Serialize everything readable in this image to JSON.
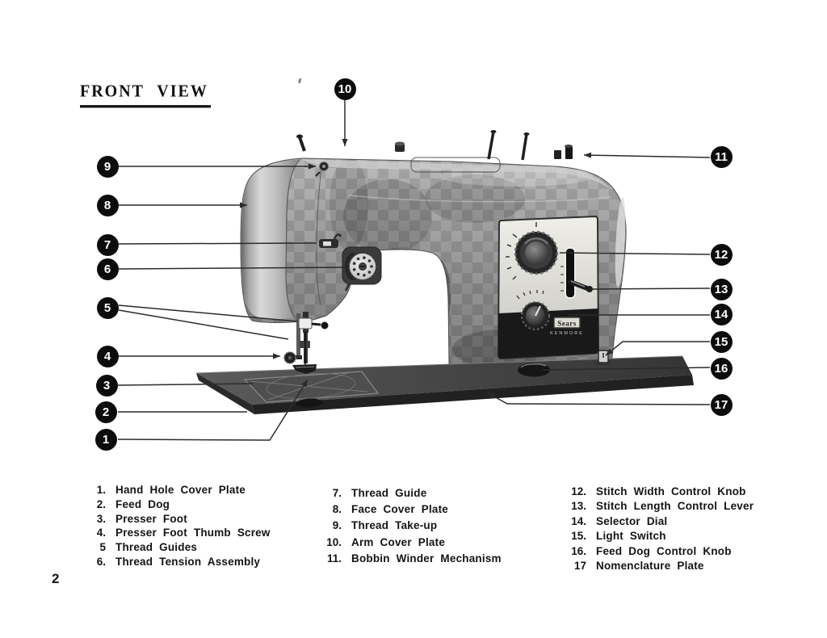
{
  "page": {
    "title": "FRONT VIEW",
    "page_number": "2"
  },
  "figure": {
    "type": "labeled-diagram",
    "subject": "Sewing machine front view parts diagram",
    "brand_plate": {
      "brand": "Sears",
      "sub_brand": "KENMORE"
    },
    "callouts": [
      "1",
      "2",
      "3",
      "4",
      "5",
      "6",
      "7",
      "8",
      "9",
      "10",
      "11",
      "12",
      "13",
      "14",
      "15",
      "16",
      "17"
    ]
  },
  "legend": {
    "columns": [
      {
        "items": [
          {
            "number": "1.",
            "label": "Hand Hole Cover Plate"
          },
          {
            "number": "2.",
            "label": "Feed Dog"
          },
          {
            "number": "3.",
            "label": "Presser Foot"
          },
          {
            "number": "4.",
            "label": "Presser Foot Thumb Screw"
          },
          {
            "number": "5",
            "label": "Thread Guides"
          },
          {
            "number": "6.",
            "label": "Thread Tension Assembly"
          }
        ]
      },
      {
        "items": [
          {
            "number": "7.",
            "label": "Thread Guide"
          },
          {
            "number": "8.",
            "label": "Face Cover Plate"
          },
          {
            "number": "9.",
            "label": "Thread Take-up"
          },
          {
            "number": "10.",
            "label": "Arm Cover Plate"
          },
          {
            "number": "11.",
            "label": "Bobbin Winder Mechanism"
          }
        ]
      },
      {
        "items": [
          {
            "number": "12.",
            "label": "Stitch Width Control Knob"
          },
          {
            "number": "13.",
            "label": "Stitch Length Control Lever"
          },
          {
            "number": "14.",
            "label": "Selector Dial"
          },
          {
            "number": "15.",
            "label": "Light Switch"
          },
          {
            "number": "16.",
            "label": "Feed Dog Control Knob"
          },
          {
            "number": "17",
            "label": "Nomenclature Plate"
          }
        ]
      }
    ]
  },
  "colors": {
    "paper": "#ffffff",
    "ink": "#141414",
    "leader_line": "#2b2b2b",
    "callout_fill": "#0c0c0c",
    "callout_text": "#ffffff"
  }
}
